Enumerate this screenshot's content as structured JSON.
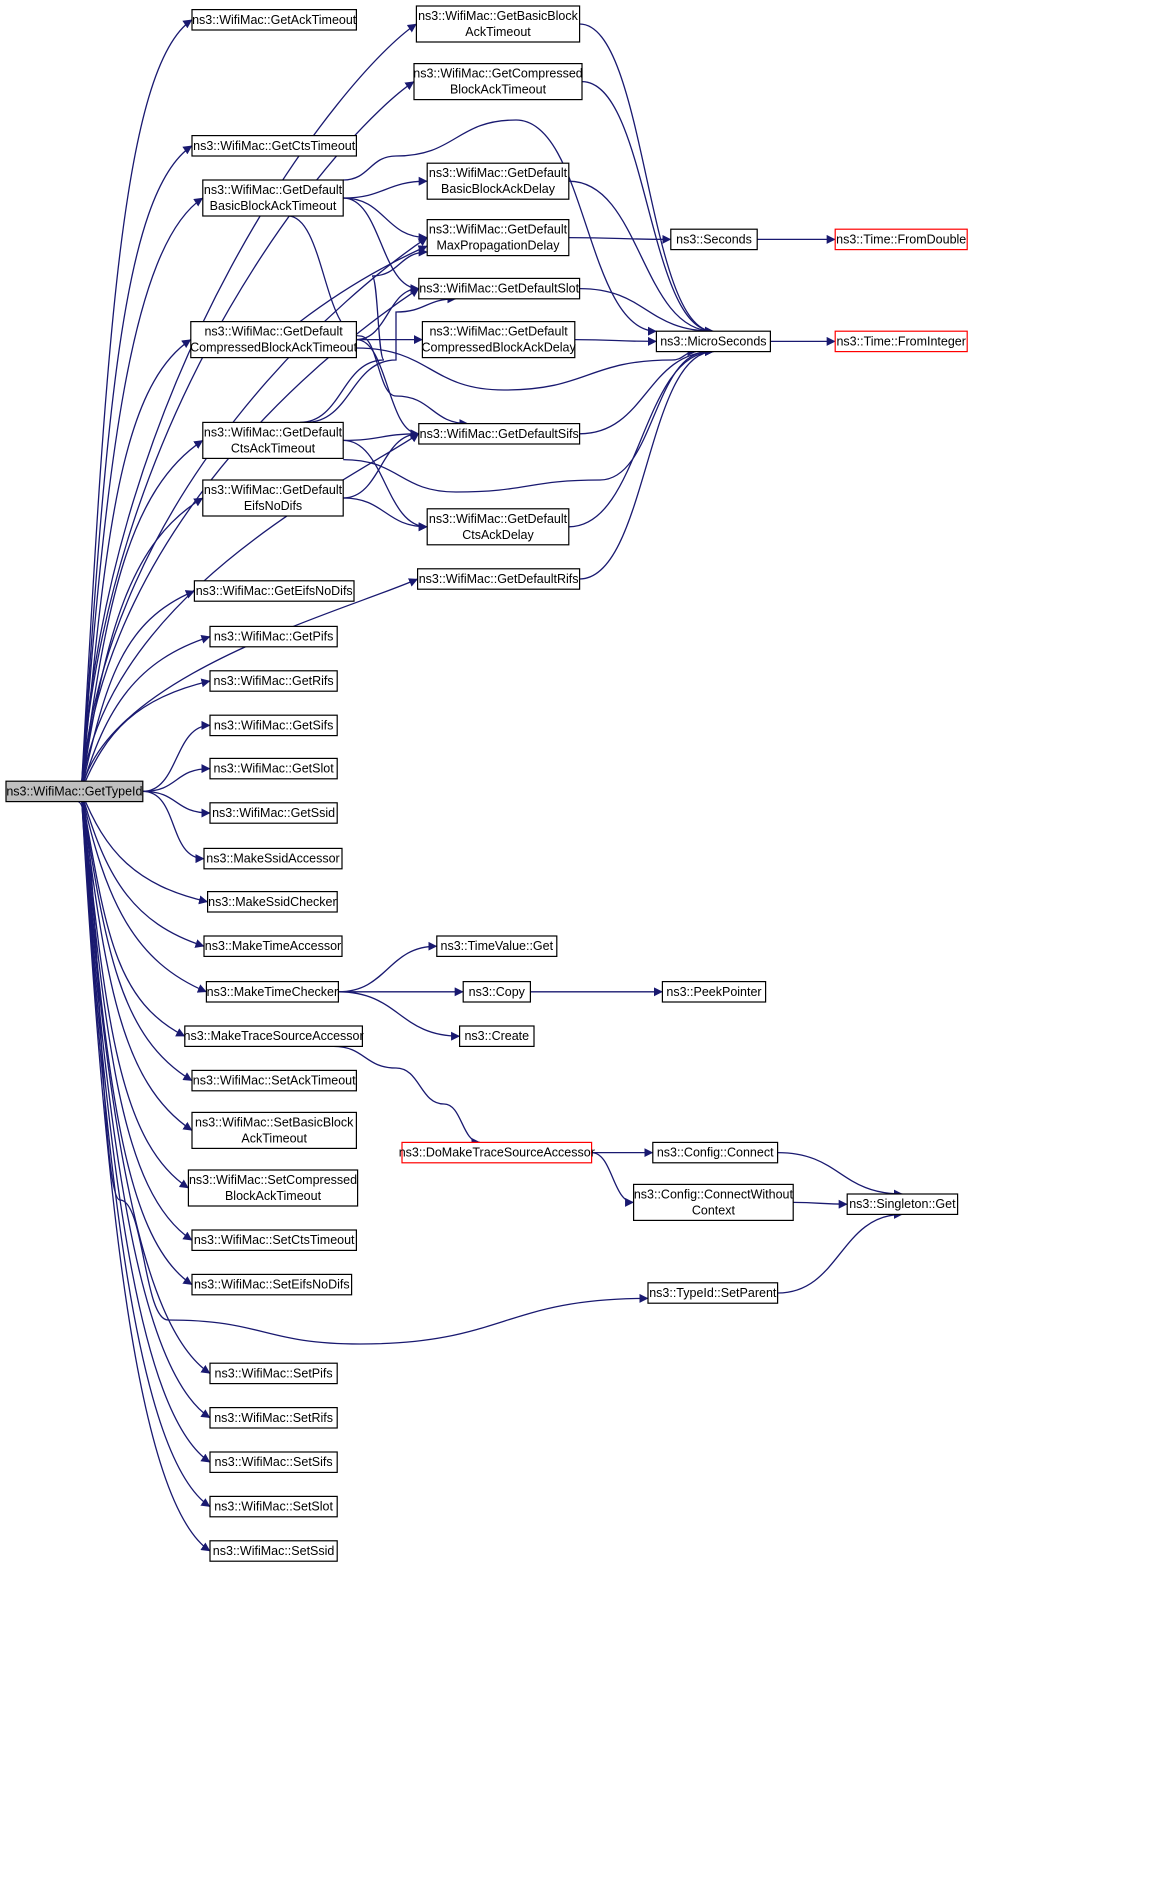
{
  "colors": {
    "edge": "#191970",
    "node_border": "#000000",
    "node_fill": "#ffffff",
    "root_fill": "#bfbfbf",
    "truncated_border": "#ff0000"
  },
  "nodes": [
    {
      "id": "root",
      "lines": [
        "ns3::WifiMac::GetTypeId"
      ],
      "style": "root"
    },
    {
      "id": "getAckTimeout",
      "lines": [
        "ns3::WifiMac::GetAckTimeout"
      ]
    },
    {
      "id": "getBasicBlockAckTimeout",
      "lines": [
        "ns3::WifiMac::GetBasicBlock",
        "AckTimeout"
      ]
    },
    {
      "id": "getCompressedBlockAckTimeout",
      "lines": [
        "ns3::WifiMac::GetCompressed",
        "BlockAckTimeout"
      ]
    },
    {
      "id": "getCtsTimeout",
      "lines": [
        "ns3::WifiMac::GetCtsTimeout"
      ]
    },
    {
      "id": "getDefaultBasicBlockAckTimeout",
      "lines": [
        "ns3::WifiMac::GetDefault",
        "BasicBlockAckTimeout"
      ]
    },
    {
      "id": "getDefaultBasicBlockAckDelay",
      "lines": [
        "ns3::WifiMac::GetDefault",
        "BasicBlockAckDelay"
      ]
    },
    {
      "id": "getDefaultMaxPropagationDelay",
      "lines": [
        "ns3::WifiMac::GetDefault",
        "MaxPropagationDelay"
      ]
    },
    {
      "id": "seconds",
      "lines": [
        "ns3::Seconds"
      ]
    },
    {
      "id": "timeFromDouble",
      "lines": [
        "ns3::Time::FromDouble"
      ],
      "style": "truncated"
    },
    {
      "id": "getDefaultSlot",
      "lines": [
        "ns3::WifiMac::GetDefaultSlot"
      ]
    },
    {
      "id": "getDefaultCompressedBlockAckTimeout",
      "lines": [
        "ns3::WifiMac::GetDefault",
        "CompressedBlockAckTimeout"
      ]
    },
    {
      "id": "getDefaultCompressedBlockAckDelay",
      "lines": [
        "ns3::WifiMac::GetDefault",
        "CompressedBlockAckDelay"
      ]
    },
    {
      "id": "microSeconds",
      "lines": [
        "ns3::MicroSeconds"
      ]
    },
    {
      "id": "timeFromInteger",
      "lines": [
        "ns3::Time::FromInteger"
      ],
      "style": "truncated"
    },
    {
      "id": "getDefaultCtsAckTimeout",
      "lines": [
        "ns3::WifiMac::GetDefault",
        "CtsAckTimeout"
      ]
    },
    {
      "id": "getDefaultSifs",
      "lines": [
        "ns3::WifiMac::GetDefaultSifs"
      ]
    },
    {
      "id": "getDefaultEifsNoDifs",
      "lines": [
        "ns3::WifiMac::GetDefault",
        "EifsNoDifs"
      ]
    },
    {
      "id": "getDefaultCtsAckDelay",
      "lines": [
        "ns3::WifiMac::GetDefault",
        "CtsAckDelay"
      ]
    },
    {
      "id": "getDefaultRifs",
      "lines": [
        "ns3::WifiMac::GetDefaultRifs"
      ]
    },
    {
      "id": "getEifsNoDifs",
      "lines": [
        "ns3::WifiMac::GetEifsNoDifs"
      ]
    },
    {
      "id": "getPifs",
      "lines": [
        "ns3::WifiMac::GetPifs"
      ]
    },
    {
      "id": "getRifs",
      "lines": [
        "ns3::WifiMac::GetRifs"
      ]
    },
    {
      "id": "getSifs",
      "lines": [
        "ns3::WifiMac::GetSifs"
      ]
    },
    {
      "id": "getSlot",
      "lines": [
        "ns3::WifiMac::GetSlot"
      ]
    },
    {
      "id": "getSsid",
      "lines": [
        "ns3::WifiMac::GetSsid"
      ]
    },
    {
      "id": "makeSsidAccessor",
      "lines": [
        "ns3::MakeSsidAccessor"
      ]
    },
    {
      "id": "makeSsidChecker",
      "lines": [
        "ns3::MakeSsidChecker"
      ]
    },
    {
      "id": "makeTimeAccessor",
      "lines": [
        "ns3::MakeTimeAccessor"
      ]
    },
    {
      "id": "makeTimeChecker",
      "lines": [
        "ns3::MakeTimeChecker"
      ]
    },
    {
      "id": "timeValueGet",
      "lines": [
        "ns3::TimeValue::Get"
      ]
    },
    {
      "id": "copy",
      "lines": [
        "ns3::Copy"
      ]
    },
    {
      "id": "peekPointer",
      "lines": [
        "ns3::PeekPointer"
      ]
    },
    {
      "id": "create",
      "lines": [
        "ns3::Create"
      ]
    },
    {
      "id": "makeTraceSourceAccessor",
      "lines": [
        "ns3::MakeTraceSourceAccessor"
      ]
    },
    {
      "id": "doMakeTraceSourceAccessor",
      "lines": [
        "ns3::DoMakeTraceSourceAccessor"
      ],
      "style": "truncated"
    },
    {
      "id": "configConnect",
      "lines": [
        "ns3::Config::Connect"
      ]
    },
    {
      "id": "configConnectWithoutContext",
      "lines": [
        "ns3::Config::ConnectWithout",
        "Context"
      ]
    },
    {
      "id": "singletonGet",
      "lines": [
        "ns3::Singleton::Get"
      ]
    },
    {
      "id": "typeIdSetParent",
      "lines": [
        "ns3::TypeId::SetParent"
      ]
    },
    {
      "id": "setAckTimeout",
      "lines": [
        "ns3::WifiMac::SetAckTimeout"
      ]
    },
    {
      "id": "setBasicBlockAckTimeout",
      "lines": [
        "ns3::WifiMac::SetBasicBlock",
        "AckTimeout"
      ]
    },
    {
      "id": "setCompressedBlockAckTimeout",
      "lines": [
        "ns3::WifiMac::SetCompressed",
        "BlockAckTimeout"
      ]
    },
    {
      "id": "setCtsTimeout",
      "lines": [
        "ns3::WifiMac::SetCtsTimeout"
      ]
    },
    {
      "id": "setEifsNoDifs",
      "lines": [
        "ns3::WifiMac::SetEifsNoDifs"
      ]
    },
    {
      "id": "setPifs",
      "lines": [
        "ns3::WifiMac::SetPifs"
      ]
    },
    {
      "id": "setRifs",
      "lines": [
        "ns3::WifiMac::SetRifs"
      ]
    },
    {
      "id": "setSifs",
      "lines": [
        "ns3::WifiMac::SetSifs"
      ]
    },
    {
      "id": "setSlot",
      "lines": [
        "ns3::WifiMac::SetSlot"
      ]
    },
    {
      "id": "setSsid",
      "lines": [
        "ns3::WifiMac::SetSsid"
      ]
    }
  ],
  "edges": [
    [
      "root",
      "getAckTimeout"
    ],
    [
      "root",
      "getBasicBlockAckTimeout"
    ],
    [
      "root",
      "getCompressedBlockAckTimeout"
    ],
    [
      "root",
      "getCtsTimeout"
    ],
    [
      "root",
      "getDefaultBasicBlockAckTimeout"
    ],
    [
      "root",
      "getDefaultMaxPropagationDelay"
    ],
    [
      "root",
      "getDefaultSlot"
    ],
    [
      "root",
      "getDefaultCompressedBlockAckTimeout"
    ],
    [
      "root",
      "getDefaultSifs"
    ],
    [
      "root",
      "getDefaultCtsAckTimeout"
    ],
    [
      "root",
      "getDefaultEifsNoDifs"
    ],
    [
      "root",
      "getDefaultRifs"
    ],
    [
      "root",
      "getEifsNoDifs"
    ],
    [
      "root",
      "getPifs"
    ],
    [
      "root",
      "getRifs"
    ],
    [
      "root",
      "getSifs"
    ],
    [
      "root",
      "getSlot"
    ],
    [
      "root",
      "getSsid"
    ],
    [
      "root",
      "makeSsidAccessor"
    ],
    [
      "root",
      "makeSsidChecker"
    ],
    [
      "root",
      "makeTimeAccessor"
    ],
    [
      "root",
      "makeTimeChecker"
    ],
    [
      "root",
      "makeTraceSourceAccessor"
    ],
    [
      "root",
      "setAckTimeout"
    ],
    [
      "root",
      "setBasicBlockAckTimeout"
    ],
    [
      "root",
      "setCompressedBlockAckTimeout"
    ],
    [
      "root",
      "setCtsTimeout"
    ],
    [
      "root",
      "setEifsNoDifs"
    ],
    [
      "root",
      "typeIdSetParent"
    ],
    [
      "root",
      "setPifs"
    ],
    [
      "root",
      "setRifs"
    ],
    [
      "root",
      "setSifs"
    ],
    [
      "root",
      "setSlot"
    ],
    [
      "root",
      "setSsid"
    ],
    [
      "getBasicBlockAckTimeout",
      "microSeconds"
    ],
    [
      "getCompressedBlockAckTimeout",
      "microSeconds"
    ],
    [
      "getDefaultBasicBlockAckTimeout",
      "getDefaultBasicBlockAckDelay"
    ],
    [
      "getDefaultBasicBlockAckTimeout",
      "getDefaultMaxPropagationDelay"
    ],
    [
      "getDefaultBasicBlockAckTimeout",
      "getDefaultSlot"
    ],
    [
      "getDefaultBasicBlockAckTimeout",
      "getDefaultSifs"
    ],
    [
      "getDefaultBasicBlockAckTimeout",
      "microSeconds"
    ],
    [
      "getDefaultBasicBlockAckDelay",
      "microSeconds"
    ],
    [
      "getDefaultMaxPropagationDelay",
      "seconds"
    ],
    [
      "seconds",
      "timeFromDouble"
    ],
    [
      "getDefaultSlot",
      "microSeconds"
    ],
    [
      "getDefaultCompressedBlockAckTimeout",
      "getDefaultCompressedBlockAckDelay"
    ],
    [
      "getDefaultCompressedBlockAckTimeout",
      "getDefaultMaxPropagationDelay"
    ],
    [
      "getDefaultCompressedBlockAckTimeout",
      "getDefaultSlot"
    ],
    [
      "getDefaultCompressedBlockAckTimeout",
      "getDefaultSifs"
    ],
    [
      "getDefaultCompressedBlockAckTimeout",
      "microSeconds"
    ],
    [
      "getDefaultCompressedBlockAckDelay",
      "microSeconds"
    ],
    [
      "microSeconds",
      "timeFromInteger"
    ],
    [
      "getDefaultCtsAckTimeout",
      "getDefaultSifs"
    ],
    [
      "getDefaultCtsAckTimeout",
      "getDefaultMaxPropagationDelay"
    ],
    [
      "getDefaultCtsAckTimeout",
      "getDefaultSlot"
    ],
    [
      "getDefaultCtsAckTimeout",
      "getDefaultCtsAckDelay"
    ],
    [
      "getDefaultCtsAckTimeout",
      "microSeconds"
    ],
    [
      "getDefaultSifs",
      "microSeconds"
    ],
    [
      "getDefaultEifsNoDifs",
      "getDefaultSifs"
    ],
    [
      "getDefaultEifsNoDifs",
      "getDefaultCtsAckDelay"
    ],
    [
      "getDefaultCtsAckDelay",
      "microSeconds"
    ],
    [
      "getDefaultRifs",
      "microSeconds"
    ],
    [
      "makeTimeChecker",
      "timeValueGet"
    ],
    [
      "makeTimeChecker",
      "copy"
    ],
    [
      "makeTimeChecker",
      "create"
    ],
    [
      "copy",
      "peekPointer"
    ],
    [
      "makeTraceSourceAccessor",
      "doMakeTraceSourceAccessor"
    ],
    [
      "doMakeTraceSourceAccessor",
      "configConnect"
    ],
    [
      "doMakeTraceSourceAccessor",
      "configConnectWithoutContext"
    ],
    [
      "configConnect",
      "singletonGet"
    ],
    [
      "configConnectWithoutContext",
      "singletonGet"
    ],
    [
      "typeIdSetParent",
      "singletonGet"
    ]
  ]
}
